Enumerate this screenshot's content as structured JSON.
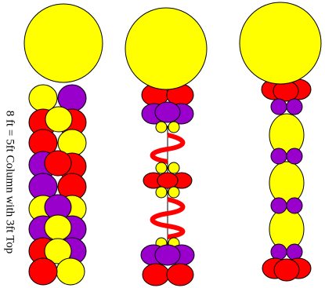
{
  "caption": "8 ft = 5ft Column with 3ft Top",
  "colors": {
    "yellow": "#ffff00",
    "purple": "#9900cc",
    "red": "#ff0000",
    "outline": "#000000",
    "background": "#ffffff"
  },
  "columns": [
    {
      "name": "stacked-quad-column",
      "top_balloon": "large-yellow-round",
      "body": "alternating red, purple and yellow round clusters"
    },
    {
      "name": "spiral-column",
      "top_balloon": "large-yellow-round",
      "body": "red spiral on a line with red and purple clusters"
    },
    {
      "name": "oval-column",
      "top_balloon": "large-yellow-round",
      "body": "yellow ovals separated by purple pairs"
    }
  ]
}
